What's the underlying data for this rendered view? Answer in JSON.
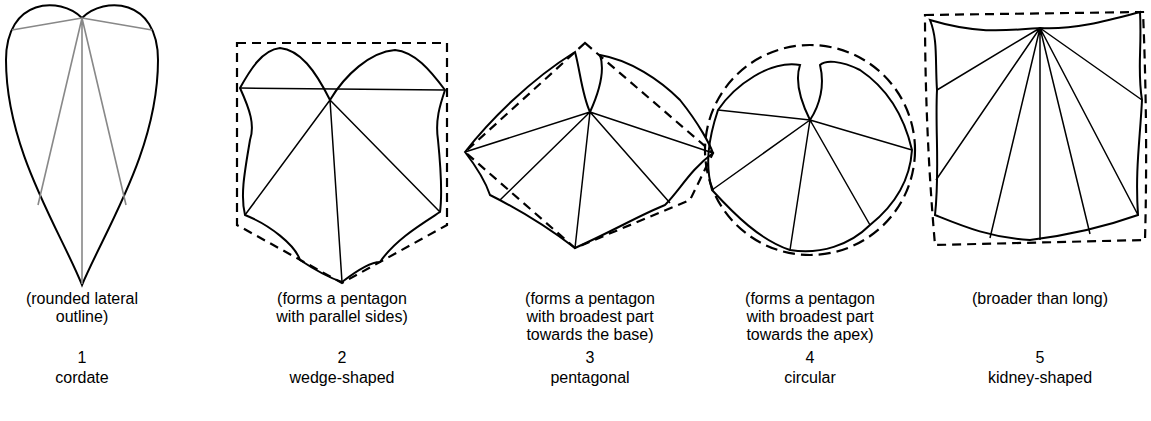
{
  "diagram": {
    "labels": [
      "(rounded lateral outline)",
      "1",
      "cordate",
      "(forms a pentagon with parallel sides)",
      "2",
      "wedge-shaped",
      "(forms a pentagon with broadest part towards the base)",
      "3",
      "pentagonal",
      "(forms a pentagon with broadest part towards the apex)",
      "4",
      "circular",
      "(broader than long)",
      "5",
      "kidney-shaped"
    ]
  }
}
